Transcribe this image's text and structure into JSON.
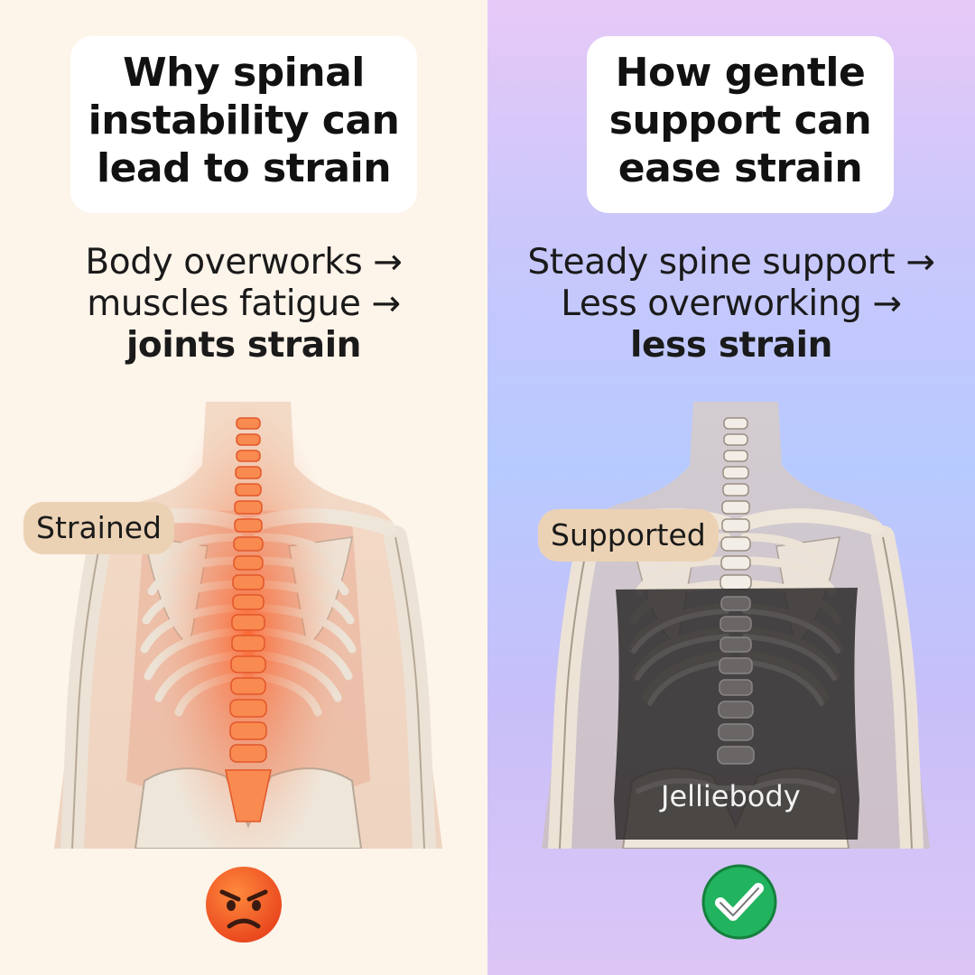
{
  "left": {
    "title_lines": [
      "Why spinal",
      "instability can",
      "lead to strain"
    ],
    "flow_lines": [
      "Body overworks →",
      "muscles fatigue →",
      "joints strain"
    ],
    "tag": "Strained",
    "icon": "angry-face-icon",
    "colors": {
      "background": "#fdf4ea",
      "highlight": "#f06a30",
      "tag": "#ecd2b4"
    }
  },
  "right": {
    "title_lines": [
      "How gentle",
      "support can",
      "ease strain"
    ],
    "flow_lines": [
      "Steady spine support →",
      "Less overworking →",
      "less strain"
    ],
    "tag": "Supported",
    "brand": "Jelliebody",
    "icon": "check-mark-icon",
    "colors": {
      "gradient_top": "#e7c9f7",
      "gradient_mid": "#b7caff",
      "brace": "#2e2c2c",
      "check": "#22b35e"
    }
  }
}
